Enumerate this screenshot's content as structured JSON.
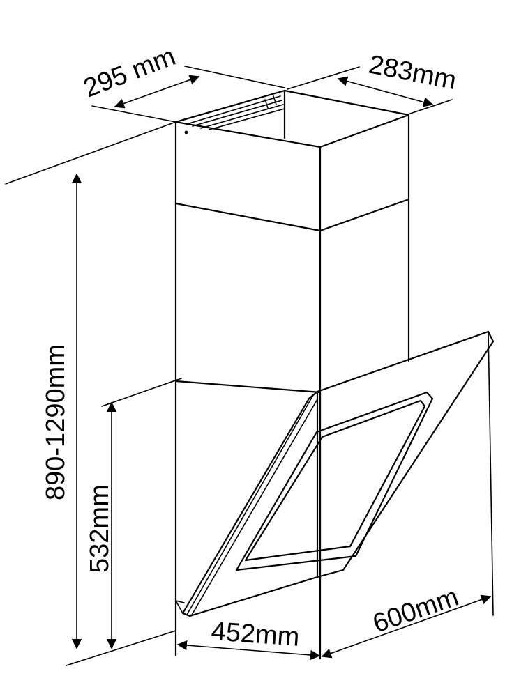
{
  "diagram": {
    "dimensions": {
      "depth_top": "295 mm",
      "width_top": "283mm",
      "height_total": "890-1290mm",
      "height_hood": "532mm",
      "depth_base": "452mm",
      "width_base": "600mm"
    },
    "colors": {
      "line": "#000000",
      "background": "#ffffff"
    }
  }
}
